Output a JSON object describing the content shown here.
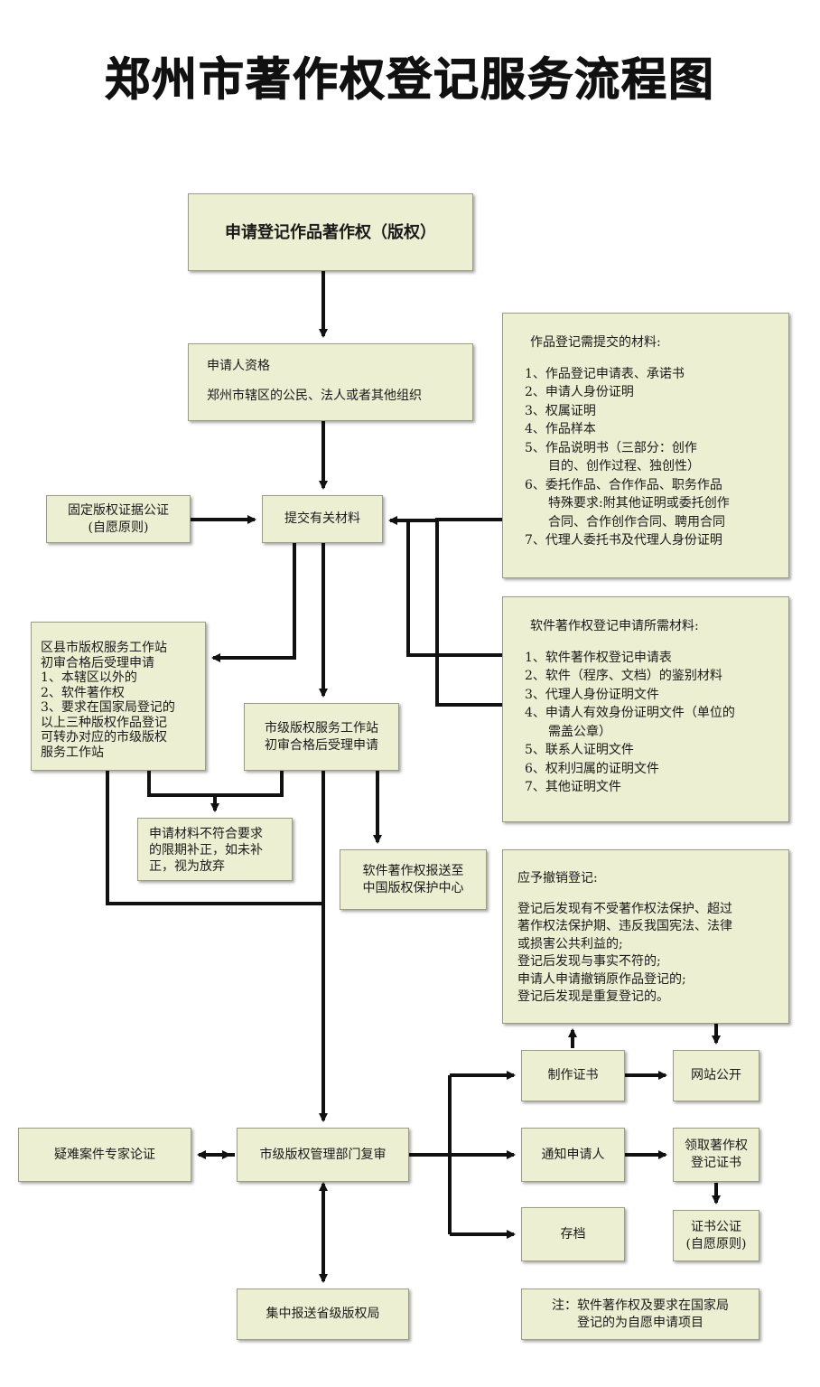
{
  "title": "郑州市著作权登记服务流程图",
  "apply": "申请登记作品著作权（版权）",
  "qualification": {
    "heading": "申请人资格",
    "text": "郑州市辖区的公民、法人或者其他组织"
  },
  "notary": {
    "line1": "固定版权证据公证",
    "line2": "(自愿原则)"
  },
  "submit": "提交有关材料",
  "materials": {
    "heading": "作品登记需提交的材料:",
    "items": [
      "1、作品登记申请表、承诺书",
      "2、申请人身份证明",
      "3、权属证明",
      "4、作品样本",
      "5、作品说明书（三部分：创作",
      "目的、创作过程、独创性）",
      "6、委托作品、合作作品、职务作品",
      "特殊要求:附其他证明或委托创作",
      "合同、合作创作合同、聘用合同",
      "7、代理人委托书及代理人身份证明"
    ]
  },
  "software_materials": {
    "heading": "软件著作权登记申请所需材料:",
    "items": [
      "1、软件著作权登记申请表",
      "2、软件（程序、文档）的鉴别材料",
      "3、代理人身份证明文件",
      "4、申请人有效身份证明文件（单位的",
      "需盖公章）",
      "5、联系人证明文件",
      "6、权利归属的证明文件",
      "7、其他证明文件"
    ]
  },
  "district": {
    "lines": [
      "区县市版权服务工作站",
      "初审合格后受理申请",
      "1、本辖区以外的",
      "2、软件著作权",
      "3、要求在国家局登记的",
      "以上三种版权作品登记",
      "可转办对应的市级版权",
      "服务工作站"
    ]
  },
  "city_station": {
    "line1": "市级版权服务工作站",
    "line2": "初审合格后受理申请"
  },
  "incomplete": {
    "lines": [
      "申请材料不符合要求",
      "的限期补正，如未补",
      "正，视为放弃"
    ]
  },
  "software_center": {
    "line1": "软件著作权报送至",
    "line2": "中国版权保护中心"
  },
  "revoke": {
    "heading": "应予撤销登记:",
    "items": [
      "登记后发现有不受著作权法保护、超过",
      "著作权法保护期、违反我国宪法、法律",
      "或损害公共利益的;",
      "登记后发现与事实不符的;",
      "申请人申请撤销原作品登记的;",
      "登记后发现是重复登记的。"
    ]
  },
  "make_cert": "制作证书",
  "web_public": "网站公开",
  "expert": "疑难案件专家论证",
  "review": "市级版权管理部门复审",
  "notify": "通知申请人",
  "receive": {
    "line1": "领取著作权",
    "line2": "登记证书"
  },
  "archive": "存档",
  "cert_notary": {
    "line1": "证书公证",
    "line2": "(自愿原则)"
  },
  "province": "集中报送省级版权局",
  "note": {
    "line1": "注：软件著作权及要求在国家局",
    "line2": "登记的为自愿申请项目"
  }
}
